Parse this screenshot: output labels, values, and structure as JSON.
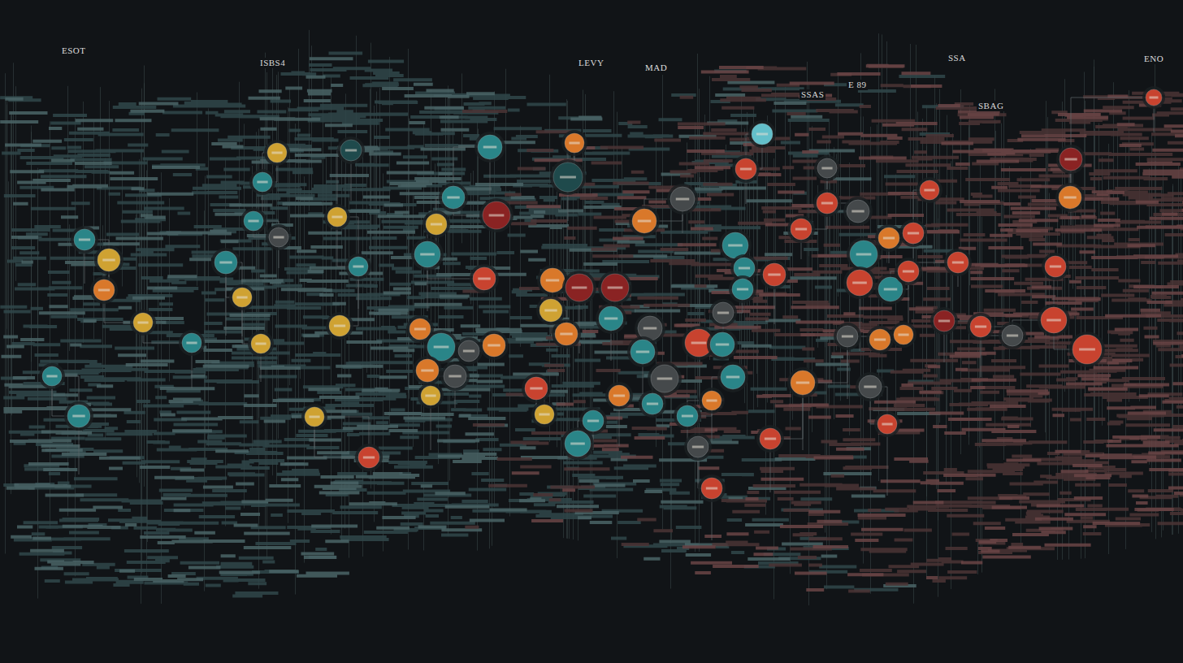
{
  "diagram": {
    "labels": [
      "ESOT",
      "ISBS4",
      "LEVY",
      "MAD",
      "SSA",
      "E 89",
      "SSAS",
      "SBAG",
      "ENO"
    ]
  }
}
